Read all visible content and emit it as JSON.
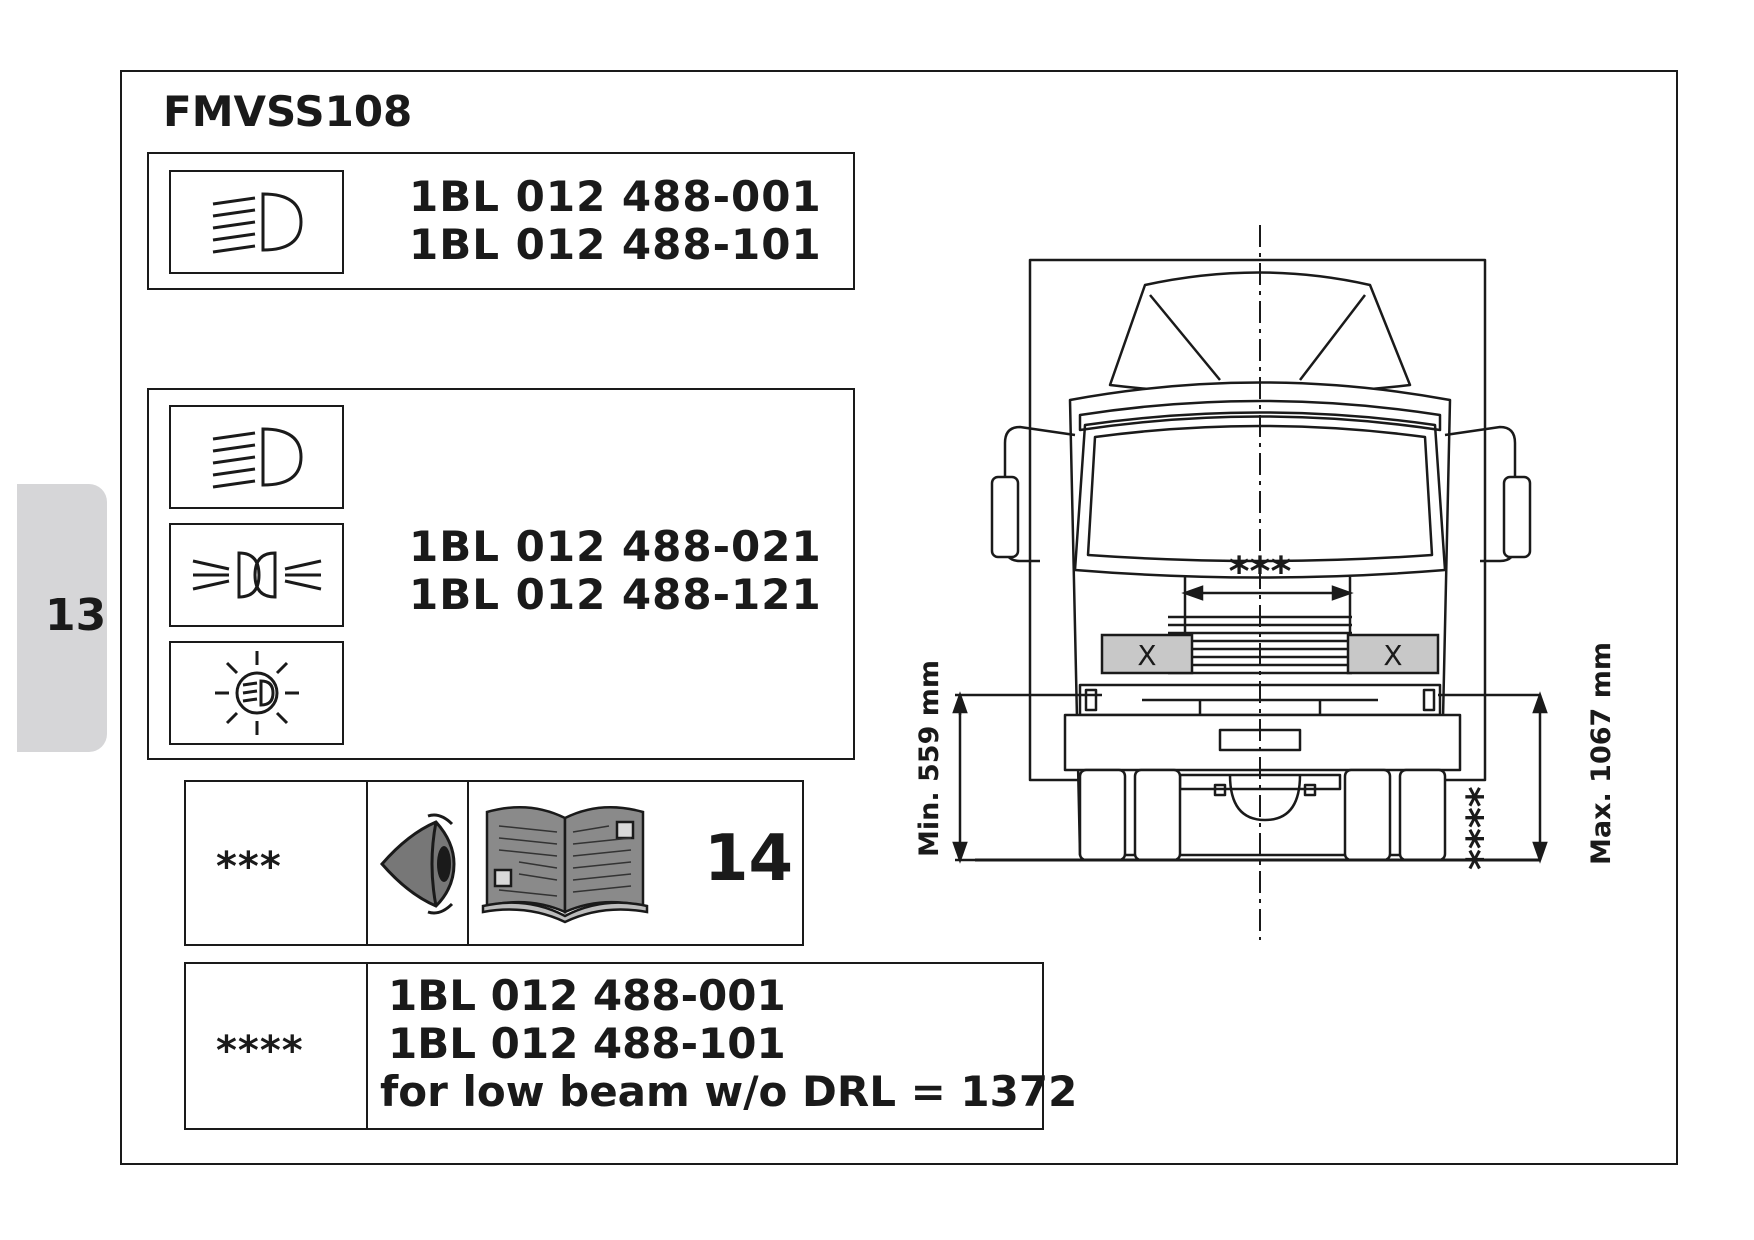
{
  "page_tab": "13",
  "title": "FMVSS108",
  "box1": {
    "part_numbers": [
      "1BL 012 488-001",
      "1BL 012 488-101"
    ]
  },
  "box2": {
    "part_numbers": [
      "1BL 012 488-021",
      "1BL 012 488-121"
    ]
  },
  "ref_row": {
    "marker": "***",
    "page": "14"
  },
  "note_row": {
    "marker": "****",
    "lines": [
      "1BL 012 488-001",
      "1BL 012 488-101",
      "for low beam w/o DRL = 1372"
    ]
  },
  "diagram": {
    "center_marker": "***",
    "side_marker": "****",
    "lamp_label": "X",
    "min_height": "Min. 559 mm",
    "max_height": "Max. 1067 mm"
  }
}
